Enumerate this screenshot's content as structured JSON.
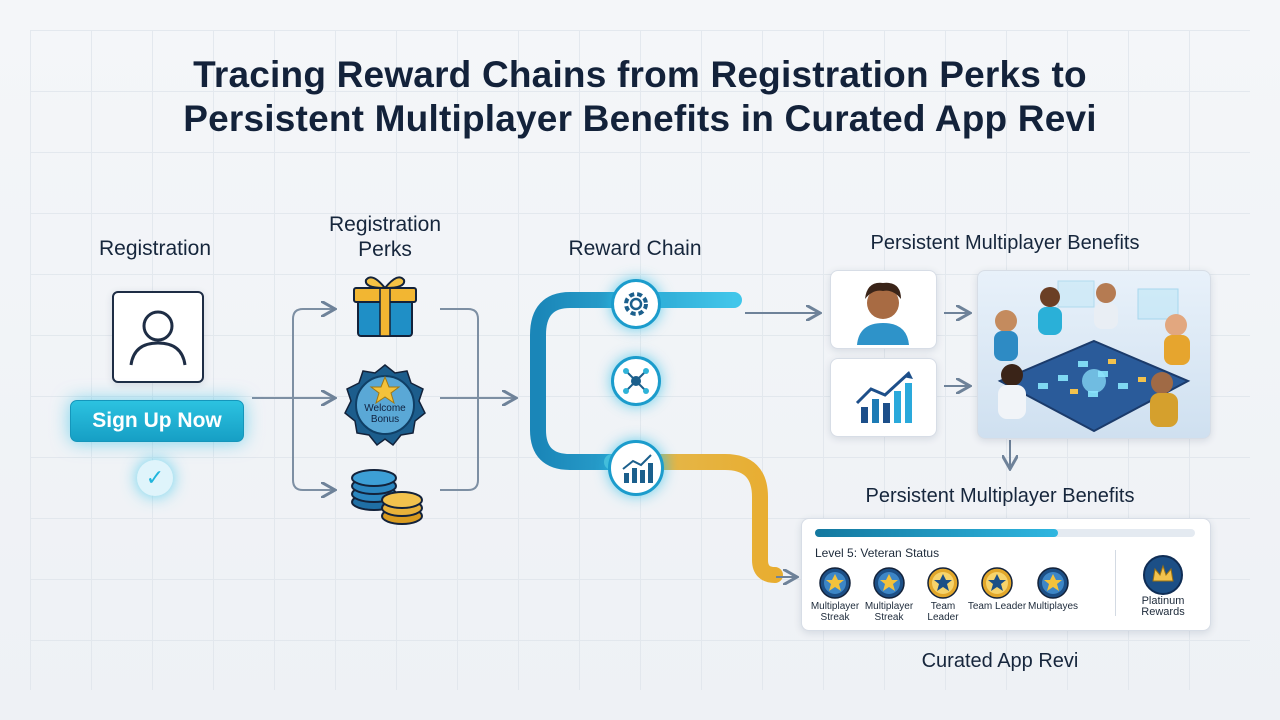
{
  "title_line1": "Tracing Reward Chains from Registration Perks to",
  "title_line2": "Persistent Multiplayer Benefits in Curated App Revi",
  "registration": {
    "label": "Registration",
    "signup_label": "Sign Up Now",
    "check_glyph": "✓"
  },
  "perks": {
    "label_line1": "Registration",
    "label_line2": "Perks",
    "items": [
      {
        "icon": "gift-icon"
      },
      {
        "icon": "welcome-bonus-badge",
        "text_line1": "Welcome",
        "text_line2": "Bonus"
      },
      {
        "icon": "coins-icon"
      }
    ]
  },
  "reward_chain": {
    "label": "Reward Chain",
    "nodes": [
      {
        "icon": "gear-icon"
      },
      {
        "icon": "network-icon"
      },
      {
        "icon": "chart-up-icon"
      }
    ]
  },
  "benefits_top": {
    "label": "Persistent Multiplayer Benefits"
  },
  "benefits_bottom": {
    "label": "Persistent Multiplayer Benefits",
    "level_label": "Level 5: Veteran Status",
    "progress": 0.64,
    "badges": [
      {
        "line1": "Multiplayer",
        "line2": "Streak",
        "icon": "star-badge-icon"
      },
      {
        "line1": "Multiplayer",
        "line2": "Streak",
        "icon": "star-badge-icon"
      },
      {
        "line1": "Team",
        "line2": "Leader",
        "icon": "gold-star-badge-icon"
      },
      {
        "line1": "Team Leader",
        "line2": "",
        "icon": "gold-star-badge-icon"
      },
      {
        "line1": "Multiplayes",
        "line2": "",
        "icon": "star-badge-icon"
      }
    ],
    "platinum_line1": "Platinum",
    "platinum_line2": "Rewards"
  },
  "footer_label": "Curated App Revi",
  "colors": {
    "accent_blue": "#1b9ccc",
    "accent_gold": "#e7b23d",
    "navy": "#13223a"
  }
}
